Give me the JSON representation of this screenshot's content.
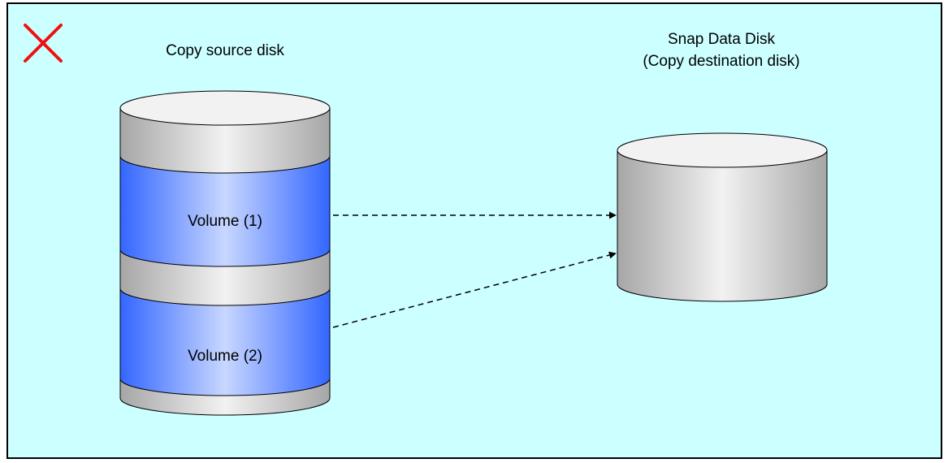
{
  "colors": {
    "background": "#ccffff",
    "frame_border": "#000000",
    "cross_mark": "#ee1111",
    "disk_gray_light": "#f2f2f2",
    "disk_gray_dark": "#a6a6a6",
    "volume_blue_dark": "#3366ff",
    "volume_blue_light": "#c8d7ff",
    "arrow": "#000000"
  },
  "icons": {
    "status": "red-cross-icon"
  },
  "source_disk": {
    "title": "Copy source disk",
    "volumes": [
      {
        "label": "Volume (1)"
      },
      {
        "label": "Volume (2)"
      }
    ]
  },
  "destination_disk": {
    "title_line1": "Snap Data Disk",
    "title_line2": "(Copy destination disk)"
  },
  "arrows": [
    {
      "from": "Volume (1)",
      "to": "Snap Data Disk",
      "style": "dashed"
    },
    {
      "from": "Volume (2)",
      "to": "Snap Data Disk",
      "style": "dashed"
    }
  ]
}
